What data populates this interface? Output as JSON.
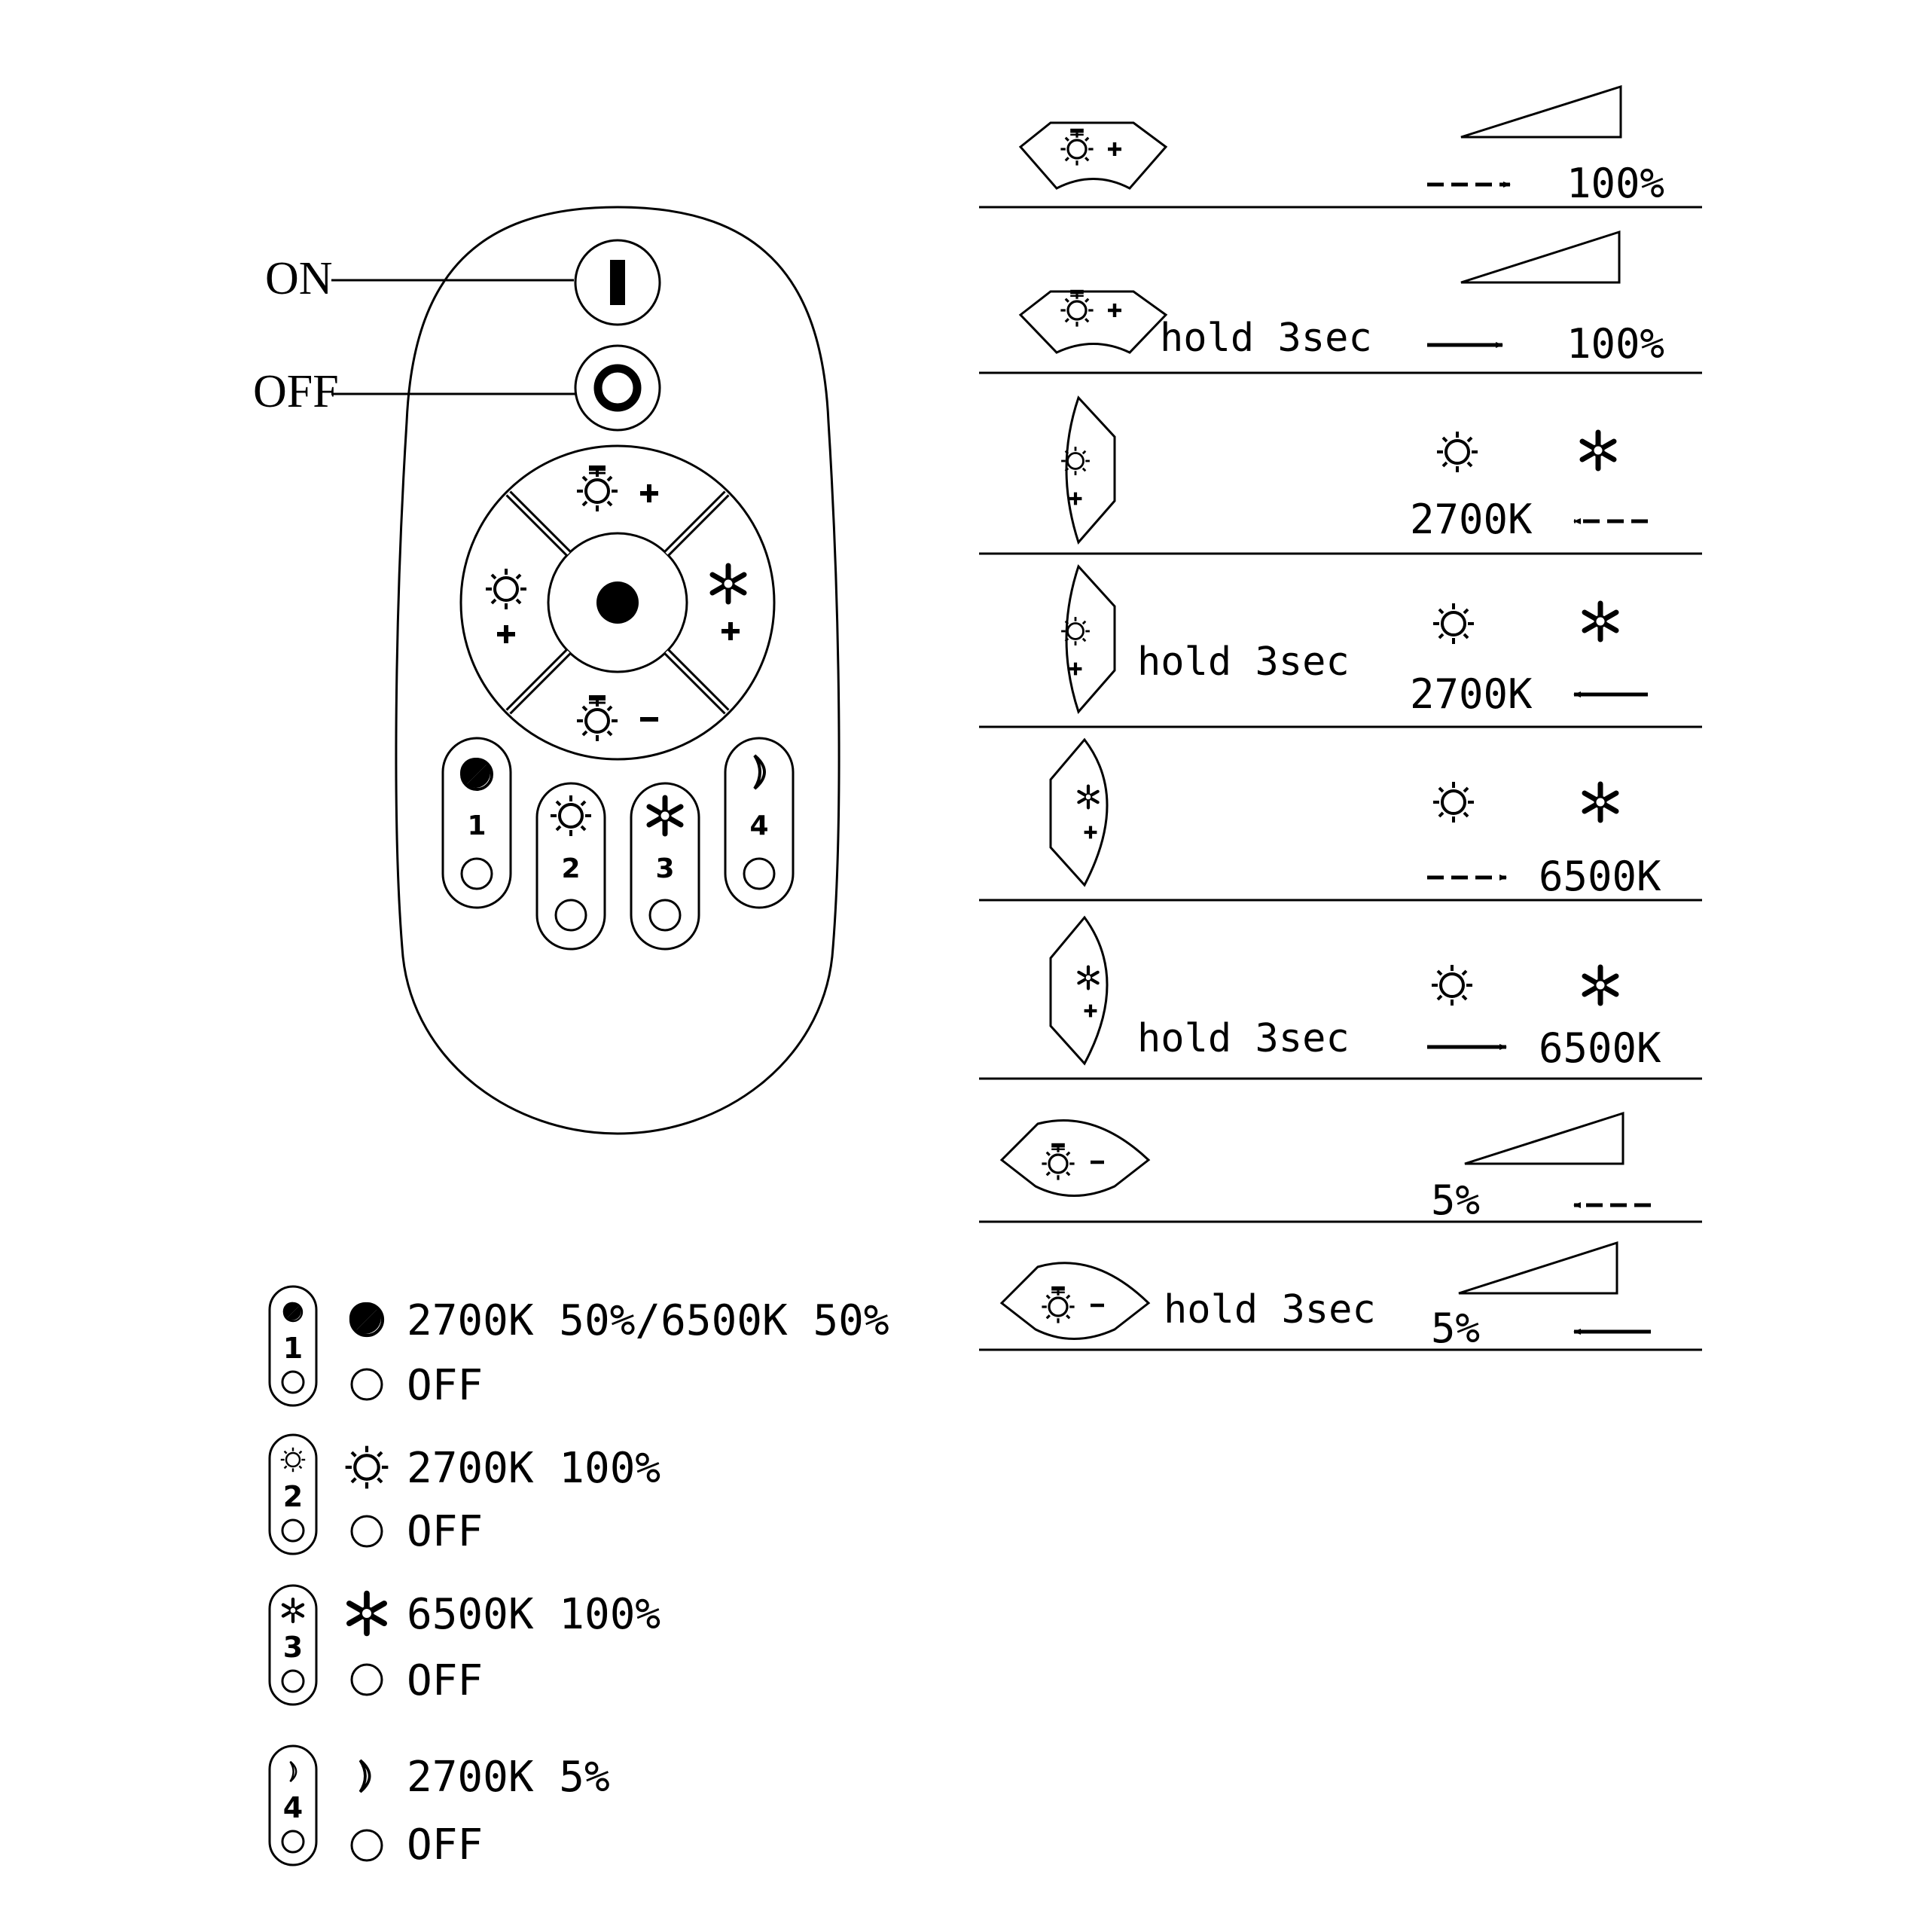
{
  "labels": {
    "on": "ON",
    "off": "OFF"
  },
  "remote": {
    "scene_buttons": [
      {
        "number": "1",
        "icon": "half-circle-icon"
      },
      {
        "number": "2",
        "icon": "warm-sun-icon"
      },
      {
        "number": "3",
        "icon": "cool-snowflake-icon"
      },
      {
        "number": "4",
        "icon": "moon-icon"
      }
    ]
  },
  "functions": [
    {
      "button": "brightness-up",
      "hold": "",
      "result": "100%"
    },
    {
      "button": "brightness-up",
      "hold": "hold 3sec",
      "result": "100%"
    },
    {
      "button": "warm-up",
      "hold": "",
      "result": "2700K"
    },
    {
      "button": "warm-up",
      "hold": "hold 3sec",
      "result": "2700K"
    },
    {
      "button": "cool-up",
      "hold": "",
      "result": "6500K"
    },
    {
      "button": "cool-up",
      "hold": "hold 3sec",
      "result": "6500K"
    },
    {
      "button": "brightness-down",
      "hold": "",
      "result": "5%"
    },
    {
      "button": "brightness-down",
      "hold": "hold 3sec",
      "result": "5%"
    }
  ],
  "legend": [
    {
      "number": "1",
      "on_text": "2700K 50%/6500K 50%",
      "off_text": "OFF"
    },
    {
      "number": "2",
      "on_text": "2700K 100%",
      "off_text": "OFF"
    },
    {
      "number": "3",
      "on_text": "6500K 100%",
      "off_text": "OFF"
    },
    {
      "number": "4",
      "on_text": "2700K 5%",
      "off_text": "OFF"
    }
  ]
}
